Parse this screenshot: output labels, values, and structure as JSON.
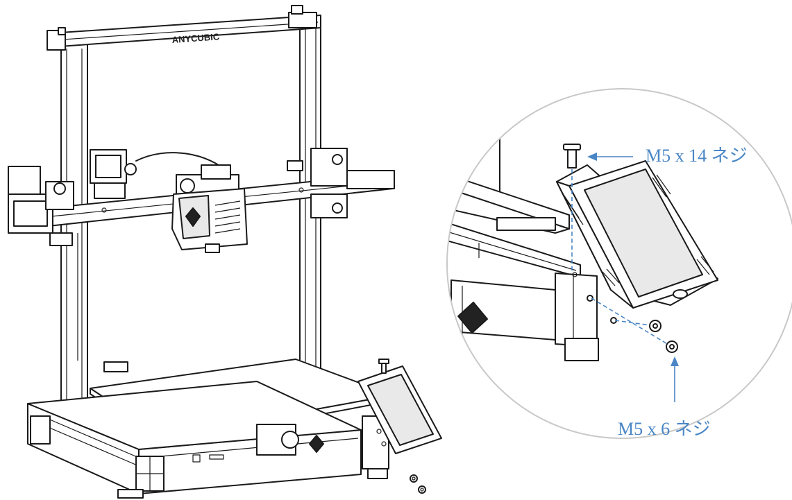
{
  "brand_text": "ANYCUBIC",
  "colors": {
    "line": "#1a1a1a",
    "callout": "#4a86c5",
    "zoom_circle": "#c8c8c8",
    "background": "#ffffff"
  },
  "callouts": {
    "top_screw": "M5 x 14 ネジ",
    "bottom_screw": "M5 x 6 ネジ"
  }
}
